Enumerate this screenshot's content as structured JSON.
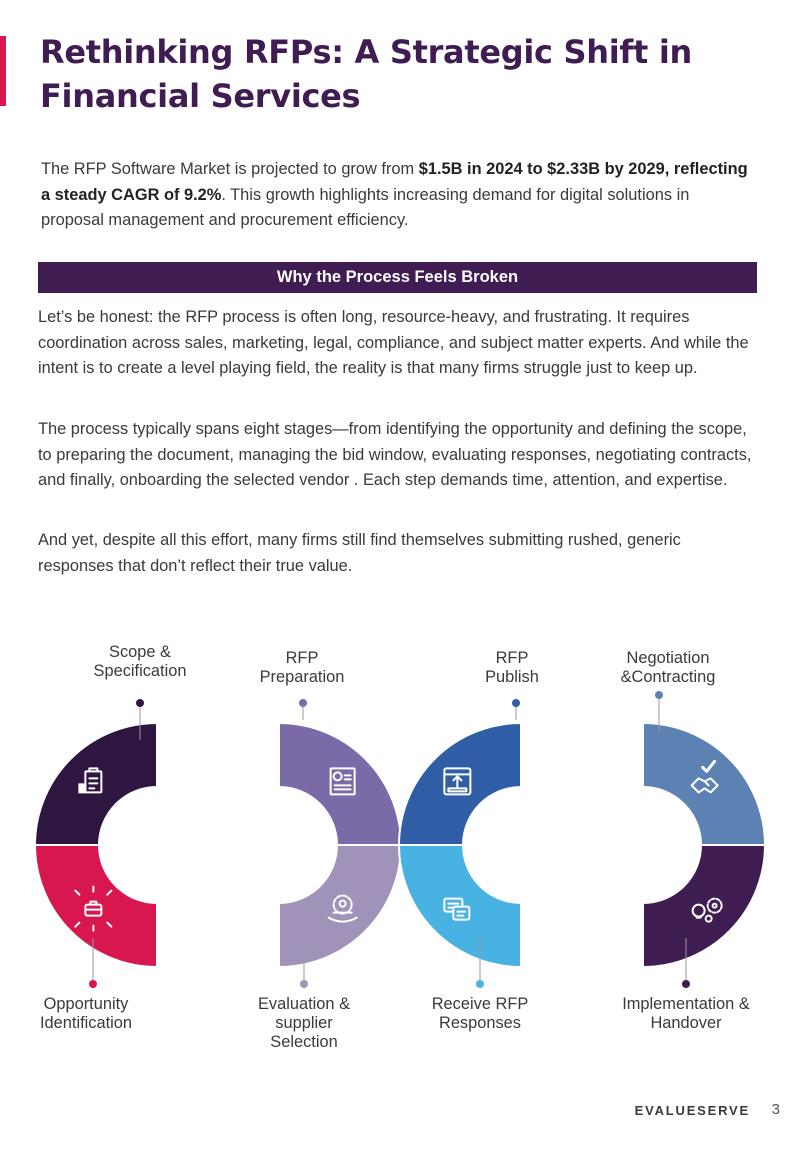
{
  "colors": {
    "heading": "#3f1c52",
    "accent": "#d7174e",
    "banner": "#3f1c52",
    "stage1": "#d7174e",
    "stage2": "#2f1640",
    "stage3": "#7a6aa8",
    "stage4": "#a092b8",
    "stage5": "#48b2e3",
    "stage6": "#2f5ea6",
    "stage7": "#5b82b3",
    "stage8": "#3f1c52"
  },
  "title": "Rethinking RFPs: A Strategic Shift in Financial Services",
  "intro": {
    "before": "The RFP Software Market is projected to grow from ",
    "bold": "$1.5B in 2024 to $2.33B by 2029, reflecting a steady CAGR of 9.2%",
    "after": ". This growth highlights increasing demand for digital solutions in proposal management and procurement efficiency."
  },
  "banner": "Why the Process Feels Broken",
  "paragraphs": [
    "Let’s be honest: the RFP process is often long, resource-heavy, and frustrating. It requires coordination across sales, marketing, legal, compliance, and subject matter experts. And while the intent is to create a level playing field, the reality is that many firms struggle just to keep up.",
    "The process typically spans eight stages—from identifying the opportunity and defining the scope, to preparing the document, managing the bid window, evaluating responses, negotiating contracts, and finally, onboarding the selected vendor . Each step demands time, attention, and expertise.",
    "And yet, despite all this effort, many firms still find themselves submitting rushed, generic responses that don’t reflect their true value."
  ],
  "stages": [
    {
      "label": "Opportunity\nIdentification",
      "icon": "briefcase-arrows-icon"
    },
    {
      "label": "Scope &\nSpecification",
      "icon": "clipboard-icon"
    },
    {
      "label": "RFP\nPreparation",
      "icon": "report-document-icon"
    },
    {
      "label": "Evaluation &\nsupplier\nSelection",
      "icon": "team-gear-icon"
    },
    {
      "label": "Receive RFP\nResponses",
      "icon": "chat-bubbles-icon"
    },
    {
      "label": "RFP\nPublish",
      "icon": "upload-window-icon"
    },
    {
      "label": "Negotiation\n&Contracting",
      "icon": "handshake-check-icon"
    },
    {
      "label": "Implementation &\nHandover",
      "icon": "bulb-gears-icon"
    }
  ],
  "footer": {
    "brand": "EVALUESERVE",
    "page": "3"
  }
}
